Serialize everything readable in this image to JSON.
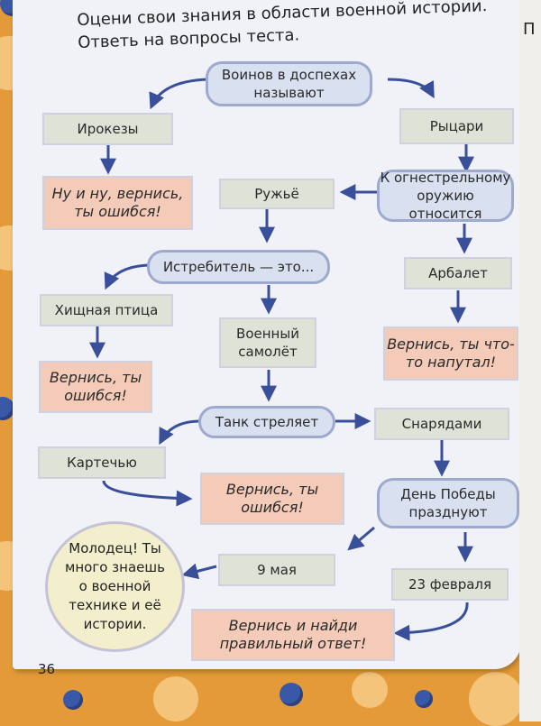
{
  "intro": {
    "line1": "Оцени свои знания в области военной истории.",
    "line2": "Ответь на вопросы теста."
  },
  "side_strip": "П",
  "nodes": {
    "warriors": "Воинов в доспехах называют",
    "iroquois": "Ирокезы",
    "knights": "Рыцари",
    "wrong_1": "Ну и ну, вернись, ты ошибся!",
    "rifle": "Ружьё",
    "firearms": "К огнестрельному оружию относится",
    "fighter": "Истребитель — это...",
    "crossbow": "Арбалет",
    "predator_bird": "Хищная птица",
    "military_plane": "Военный самолёт",
    "wrong_2": "Вернись, ты что-то напутал!",
    "wrong_3": "Вернись, ты ошибся!",
    "tank_fires": "Танк стреляет",
    "shells": "Снарядами",
    "grapeshot": "Картечью",
    "wrong_4": "Вернись, ты ошибся!",
    "victory_day": "День Победы празднуют",
    "well_done": "Молодец! Ты много знаешь о военной технике и её истории.",
    "may9": "9 мая",
    "feb23": "23 февраля",
    "wrong_5": "Вернись и найди правильный ответ!"
  },
  "page_number": "36",
  "colors": {
    "question_fill": "#d9e0f0",
    "answer_fill": "#dfe2d6",
    "wrong_fill": "#f3cbb8",
    "final_fill": "#f3eecb",
    "arrow": "#3a4f9a",
    "background": "#e49a38"
  }
}
